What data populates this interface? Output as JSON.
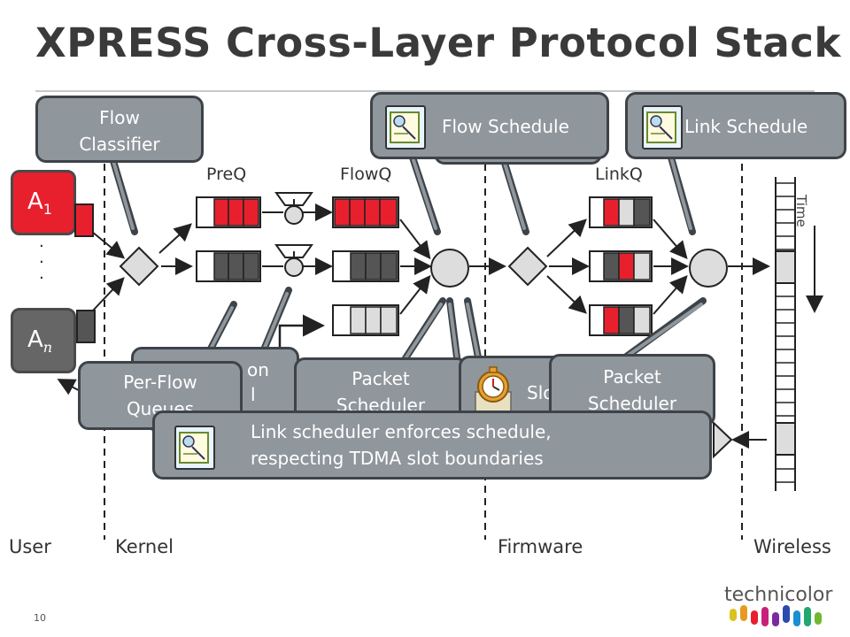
{
  "title": "XPRESS Cross-Layer Protocol Stack",
  "apps": {
    "top": {
      "name": "A",
      "sub": "1",
      "color": "#e8202e"
    },
    "bottom": {
      "name": "A",
      "sub": "n",
      "color": "#666666"
    }
  },
  "dots": "·\n·\n·",
  "queue_labels": {
    "preq": "PreQ",
    "flowq": "FlowQ",
    "linkq": "LinkQ"
  },
  "time_label": "Time",
  "callouts": {
    "flow_classifier": [
      "Flow",
      "Classifier"
    ],
    "flow_schedule": "Flow Schedule",
    "link_schedule": "Link Schedule",
    "congestion_control_fragment": [
      "on",
      "l"
    ],
    "per_flow_queues": [
      "Per-Flow",
      "Queues"
    ],
    "packet_scheduler_1": [
      "Packet",
      "Scheduler"
    ],
    "slot_fragment": "Slo",
    "packet_scheduler_2": [
      "Packet",
      "Scheduler"
    ],
    "link_scheduler_note": [
      "Link scheduler enforces schedule,",
      "respecting TDMA slot boundaries"
    ]
  },
  "layers": [
    "User",
    "Kernel",
    "Firmware",
    "Wireless"
  ],
  "page_number": "10",
  "logo": {
    "text": "technicolor"
  },
  "colors": {
    "accent_red": "#e8202e",
    "dark_gray": "#555555",
    "light_gray": "#dddddd",
    "callout_fill": "#8f969c",
    "callout_border": "#3d4348"
  }
}
